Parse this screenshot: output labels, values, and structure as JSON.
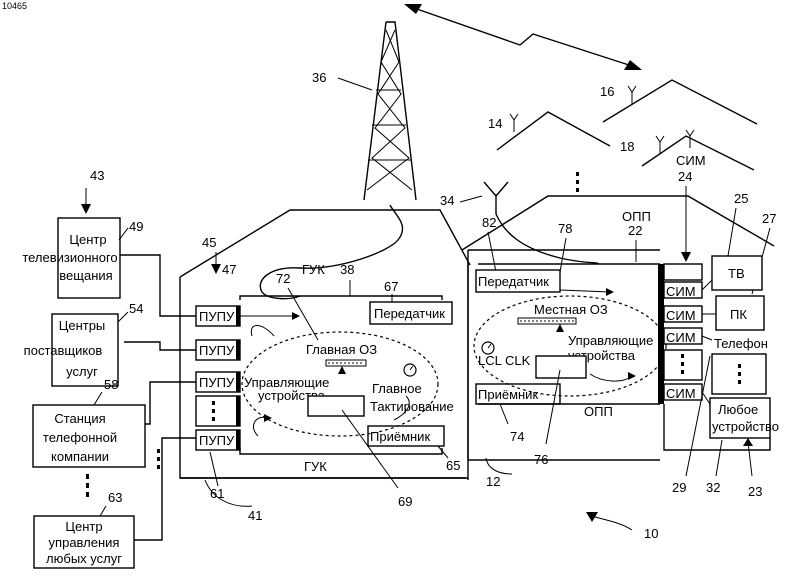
{
  "watermark": "10465",
  "refs": {
    "r10": "10",
    "r12": "12",
    "r14": "14",
    "r16": "16",
    "r18": "18",
    "r22": "22",
    "r23": "23",
    "r24": "24",
    "r25": "25",
    "r27": "27",
    "r29": "29",
    "r32": "32",
    "r34": "34",
    "r36": "36",
    "r38": "38",
    "r41": "41",
    "r43": "43",
    "r45": "45",
    "r47": "47",
    "r49": "49",
    "r54": "54",
    "r58": "58",
    "r61": "61",
    "r63": "63",
    "r65": "65",
    "r67": "67",
    "r69": "69",
    "r72": "72",
    "r74": "74",
    "r76": "76",
    "r78": "78",
    "r82": "82"
  },
  "sources": {
    "tv_center": [
      "Центр",
      "телевизионного",
      "вещания"
    ],
    "providers": [
      "Центры",
      "поставщиков",
      "услуг"
    ],
    "phone_station": [
      "Станция",
      "телефонной",
      "компании"
    ],
    "any_services": [
      "Центр",
      "управления",
      "любых услуг"
    ]
  },
  "hub": {
    "gyk_top": "ГУК",
    "gyk_bottom": "ГУК",
    "pupu": [
      "ПУПУ",
      "ПУПУ",
      "ПУПУ",
      "ПУПУ"
    ],
    "transmitter": "Передатчик",
    "receiver": "Приёмник",
    "main_memory": "Главная ОЗ",
    "controllers": [
      "Управляющие",
      "устройства"
    ],
    "main_clock": [
      "Главное",
      "Тактирование"
    ]
  },
  "home": {
    "opp_top": "ОПП",
    "opp_bottom": "ОПП",
    "sim_roof": "СИМ",
    "sim": [
      "СИМ",
      "СИМ",
      "СИМ",
      "СИМ"
    ],
    "transmitter": "Передатчик",
    "receiver": "Приёмник",
    "local_memory": "Местная ОЗ",
    "controllers": [
      "Управляющие",
      "устройства"
    ],
    "lcl_clk": "LCL CLK",
    "devices": {
      "tv": "ТВ",
      "pc": "ПК",
      "phone": "Телефон",
      "any": [
        "Любое",
        "устройство"
      ]
    }
  }
}
